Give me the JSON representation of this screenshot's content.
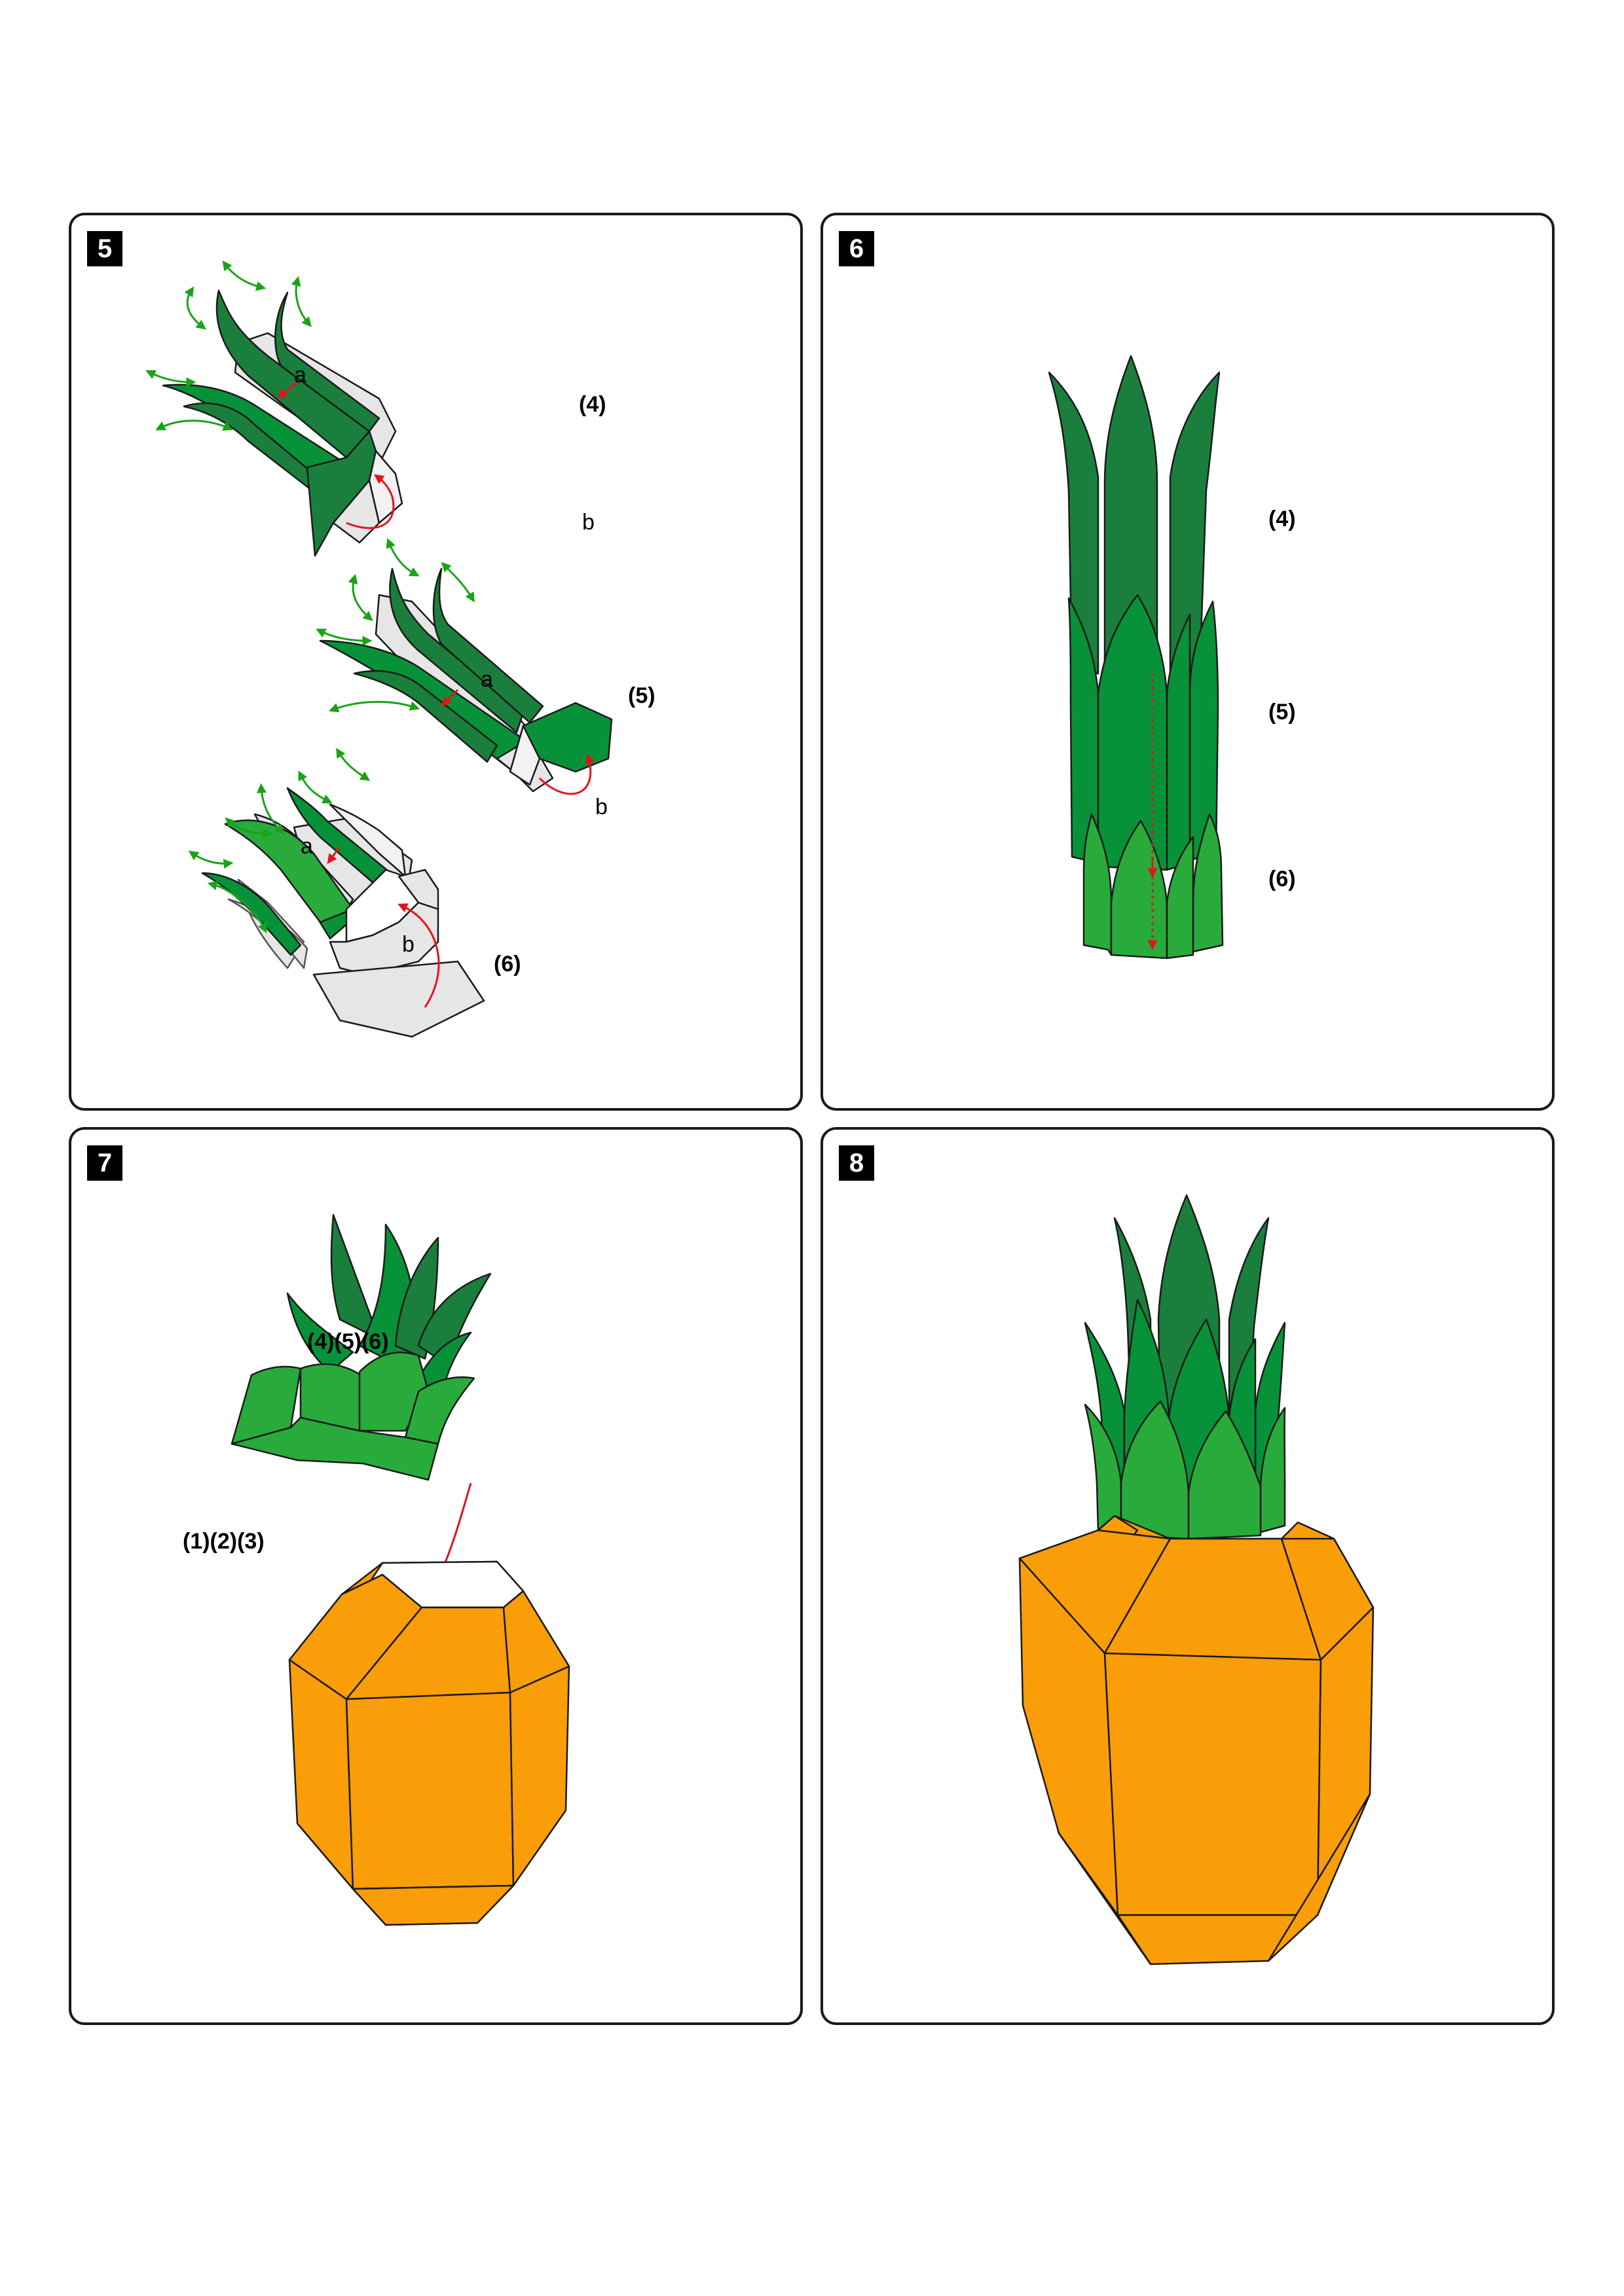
{
  "steps": {
    "s5": "5",
    "s6": "6",
    "s7": "7",
    "s8": "8"
  },
  "panel5": {
    "part_4": "(4)",
    "part_5": "(5)",
    "part_6": "(6)",
    "fold_a": "a",
    "fold_b": "b"
  },
  "panel6": {
    "part_4": "(4)",
    "part_5": "(5)",
    "part_6": "(6)"
  },
  "panel7": {
    "leaves_label": "(4)(5)(6)",
    "body_label": "(1)(2)(3)"
  },
  "colors": {
    "leaf_dark": "#1a7f3c",
    "leaf_mid": "#079239",
    "leaf_light": "#29ab3c",
    "body_orange": "#f99d08",
    "arrow_red": "#e6121b",
    "arrow_green": "#1aa317",
    "paper_grey": "#e6e6e6",
    "outline": "#1a1a1a"
  }
}
